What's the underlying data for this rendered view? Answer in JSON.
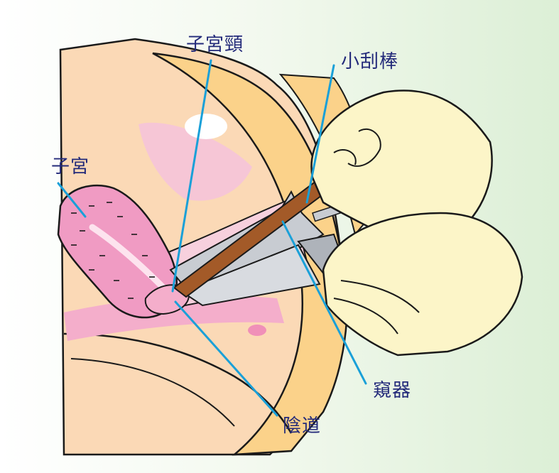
{
  "labels": {
    "cervix": "子宮頸",
    "brush": "小刮棒",
    "uterus": "子宮",
    "speculum": "窺器",
    "vagina": "陰道"
  },
  "colors": {
    "background": "#eaf5e4",
    "skin": "#fbd9b6",
    "fat": "#fbd28a",
    "uterus": "#f09bc3",
    "speculum": "#c8ccd2",
    "glove": "#fcf5c8",
    "brush": "#a35a28",
    "leader_line": "#1aa0d8",
    "label_text": "#232a7a"
  },
  "icons": [
    "uterus-icon",
    "cervix-icon",
    "vagina-icon",
    "speculum-icon",
    "brush-icon",
    "gloved-hand-icon"
  ]
}
